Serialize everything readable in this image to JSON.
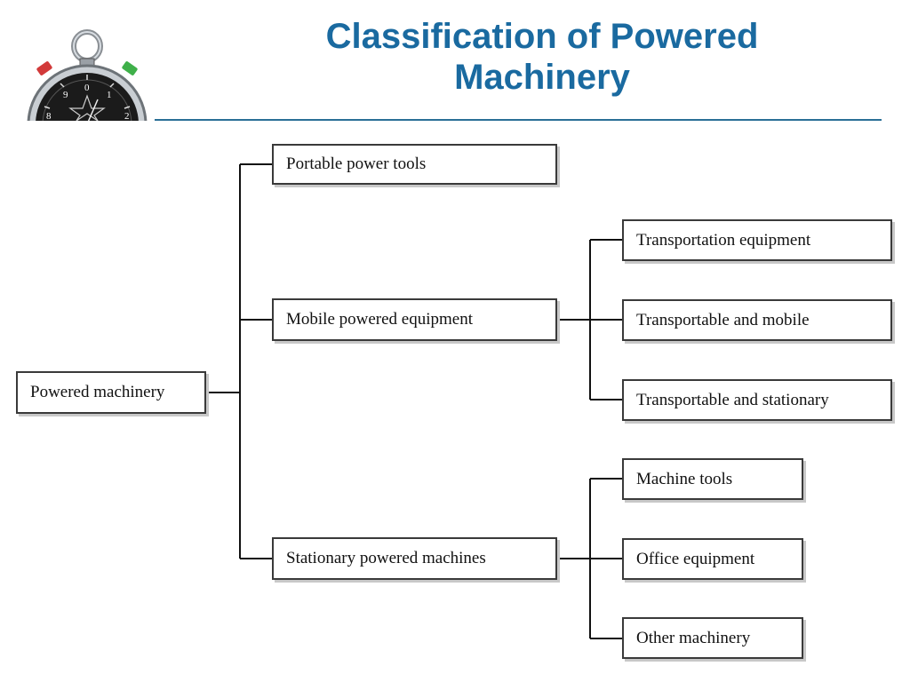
{
  "slide": {
    "title_line1": "Classification of Powered",
    "title_line2": "Machinery"
  },
  "logo": {
    "icon": "stopwatch-icon",
    "dial_numbers": [
      "9",
      "0",
      "1",
      "8",
      "2"
    ]
  },
  "diagram": {
    "root": "Powered machinery",
    "level1": {
      "portable": "Portable power tools",
      "mobile": "Mobile powered equipment",
      "stationary": "Stationary powered machines"
    },
    "mobile_children": [
      "Transportation equipment",
      "Transportable and mobile",
      "Transportable and stationary"
    ],
    "stationary_children": [
      "Machine tools",
      "Office equipment",
      "Other machinery"
    ]
  },
  "colors": {
    "title": "#1a6aa0",
    "rule": "#2a6f96",
    "box_border": "#3a3a3a",
    "connector": "#111111"
  }
}
